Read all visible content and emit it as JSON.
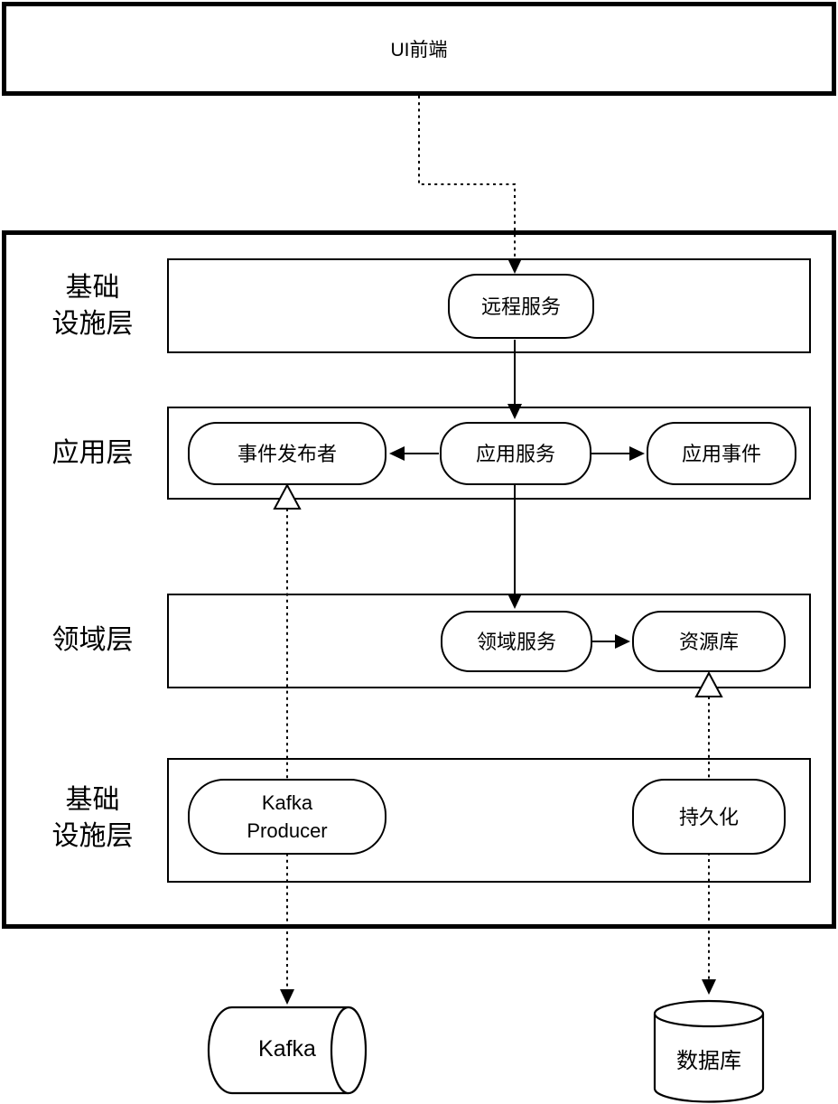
{
  "nodes": {
    "ui_frontend": "UI前端",
    "remote_service": "远程服务",
    "event_publisher": "事件发布者",
    "application_service": "应用服务",
    "application_event": "应用事件",
    "domain_service": "领域服务",
    "repository": "资源库",
    "kafka_producer": {
      "line1": "Kafka",
      "line2": "Producer"
    },
    "persistence": "持久化",
    "kafka_store": "Kafka",
    "database_store": "数据库"
  },
  "layer_labels": {
    "infrastructure_top": {
      "line1": "基础",
      "line2": "设施层"
    },
    "application": "应用层",
    "domain": "领域层",
    "infrastructure_bottom": {
      "line1": "基础",
      "line2": "设施层"
    }
  },
  "edges": [
    {
      "from": "ui_frontend",
      "to": "remote_service",
      "line": "dashed",
      "arrow": "solid-filled"
    },
    {
      "from": "remote_service",
      "to": "application_service",
      "line": "solid",
      "arrow": "solid-filled"
    },
    {
      "from": "application_service",
      "to": "event_publisher",
      "line": "solid",
      "arrow": "solid-filled"
    },
    {
      "from": "application_service",
      "to": "application_event",
      "line": "solid",
      "arrow": "solid-filled"
    },
    {
      "from": "application_service",
      "to": "domain_service",
      "line": "solid",
      "arrow": "solid-filled"
    },
    {
      "from": "domain_service",
      "to": "repository",
      "line": "solid",
      "arrow": "solid-filled"
    },
    {
      "from": "kafka_producer",
      "to": "event_publisher",
      "line": "dashed",
      "arrow": "open-triangle"
    },
    {
      "from": "persistence",
      "to": "repository",
      "line": "dashed",
      "arrow": "open-triangle"
    },
    {
      "from": "kafka_producer",
      "to": "kafka_store",
      "line": "dashed",
      "arrow": "solid-filled"
    },
    {
      "from": "persistence",
      "to": "database_store",
      "line": "dashed",
      "arrow": "solid-filled"
    }
  ],
  "shapes": {
    "kafka_store": "horizontal-cylinder",
    "database_store": "vertical-cylinder"
  },
  "colors": {
    "stroke": "#000000",
    "fill": "#ffffff",
    "text": "#000000"
  }
}
